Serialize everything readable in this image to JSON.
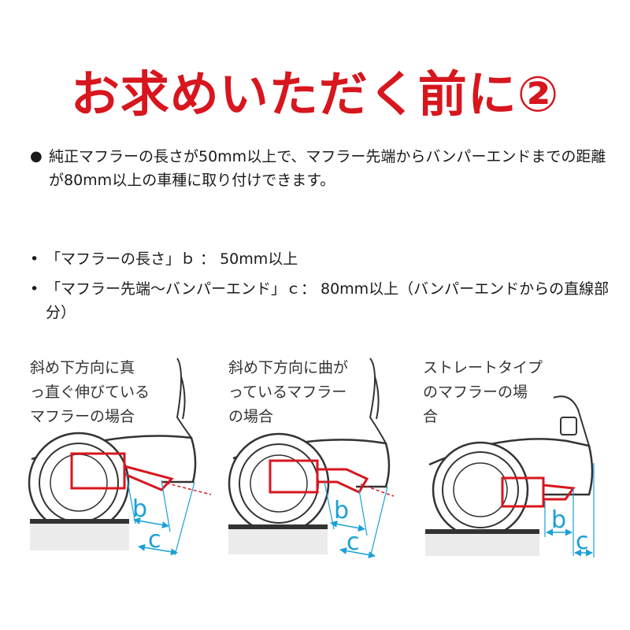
{
  "title": "お求めいただく前に②",
  "intro": {
    "bullet": "●",
    "text": "純正マフラーの長さが50mm以上で、マフラー先端からバンパーエンドまでの距離が80mm以上の車種に取り付けできます。"
  },
  "specs": [
    {
      "bullet": "•",
      "text": "「マフラーの長さ」ｂ ： 50mm以上"
    },
    {
      "bullet": "•",
      "text": "「マフラー先端～バンパーエンド」ｃ： 80mm以上（バンパーエンドからの直線部分）"
    }
  ],
  "diagrams": [
    {
      "caption": [
        "斜め下方向に真",
        "っ直ぐ伸びている",
        "マフラーの場合"
      ],
      "label_b": "b",
      "label_c": "c"
    },
    {
      "caption": [
        "斜め下方向に曲が",
        "っているマフラー",
        "の場合"
      ],
      "label_b": "b",
      "label_c": "c"
    },
    {
      "caption": [
        "ストレートタイプ",
        "のマフラーの場",
        "合"
      ],
      "label_b": "b",
      "label_c": "c"
    }
  ],
  "colors": {
    "title": "#d7161e",
    "muffler": "#d7161e",
    "dimension": "#1aa0d6",
    "outline": "#333333"
  }
}
